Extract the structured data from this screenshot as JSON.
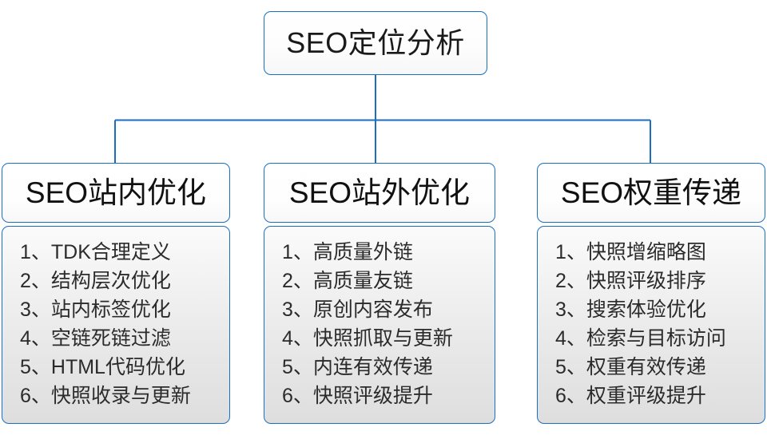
{
  "diagram": {
    "type": "tree",
    "accent_color": "#1b6fc0",
    "text_color": "#1a1a1a",
    "root": {
      "label": "SEO定位分析"
    },
    "branches": [
      {
        "id": "on-site",
        "title": "SEO站内优化",
        "items": [
          "1、TDK合理定义",
          "2、结构层次优化",
          "3、站内标签优化",
          "4、空链死链过滤",
          "5、HTML代码优化",
          "6、快照收录与更新"
        ]
      },
      {
        "id": "off-site",
        "title": "SEO站外优化",
        "items": [
          "1、高质量外链",
          "2、高质量友链",
          "3、原创内容发布",
          "4、快照抓取与更新",
          "5、内连有效传递",
          "6、快照评级提升"
        ]
      },
      {
        "id": "weight-transfer",
        "title": "SEO权重传递",
        "items": [
          "1、快照增缩略图",
          "2、快照评级排序",
          "3、搜索体验优化",
          "4、检索与目标访问",
          "5、权重有效传递",
          "6、权重评级提升"
        ]
      }
    ]
  }
}
